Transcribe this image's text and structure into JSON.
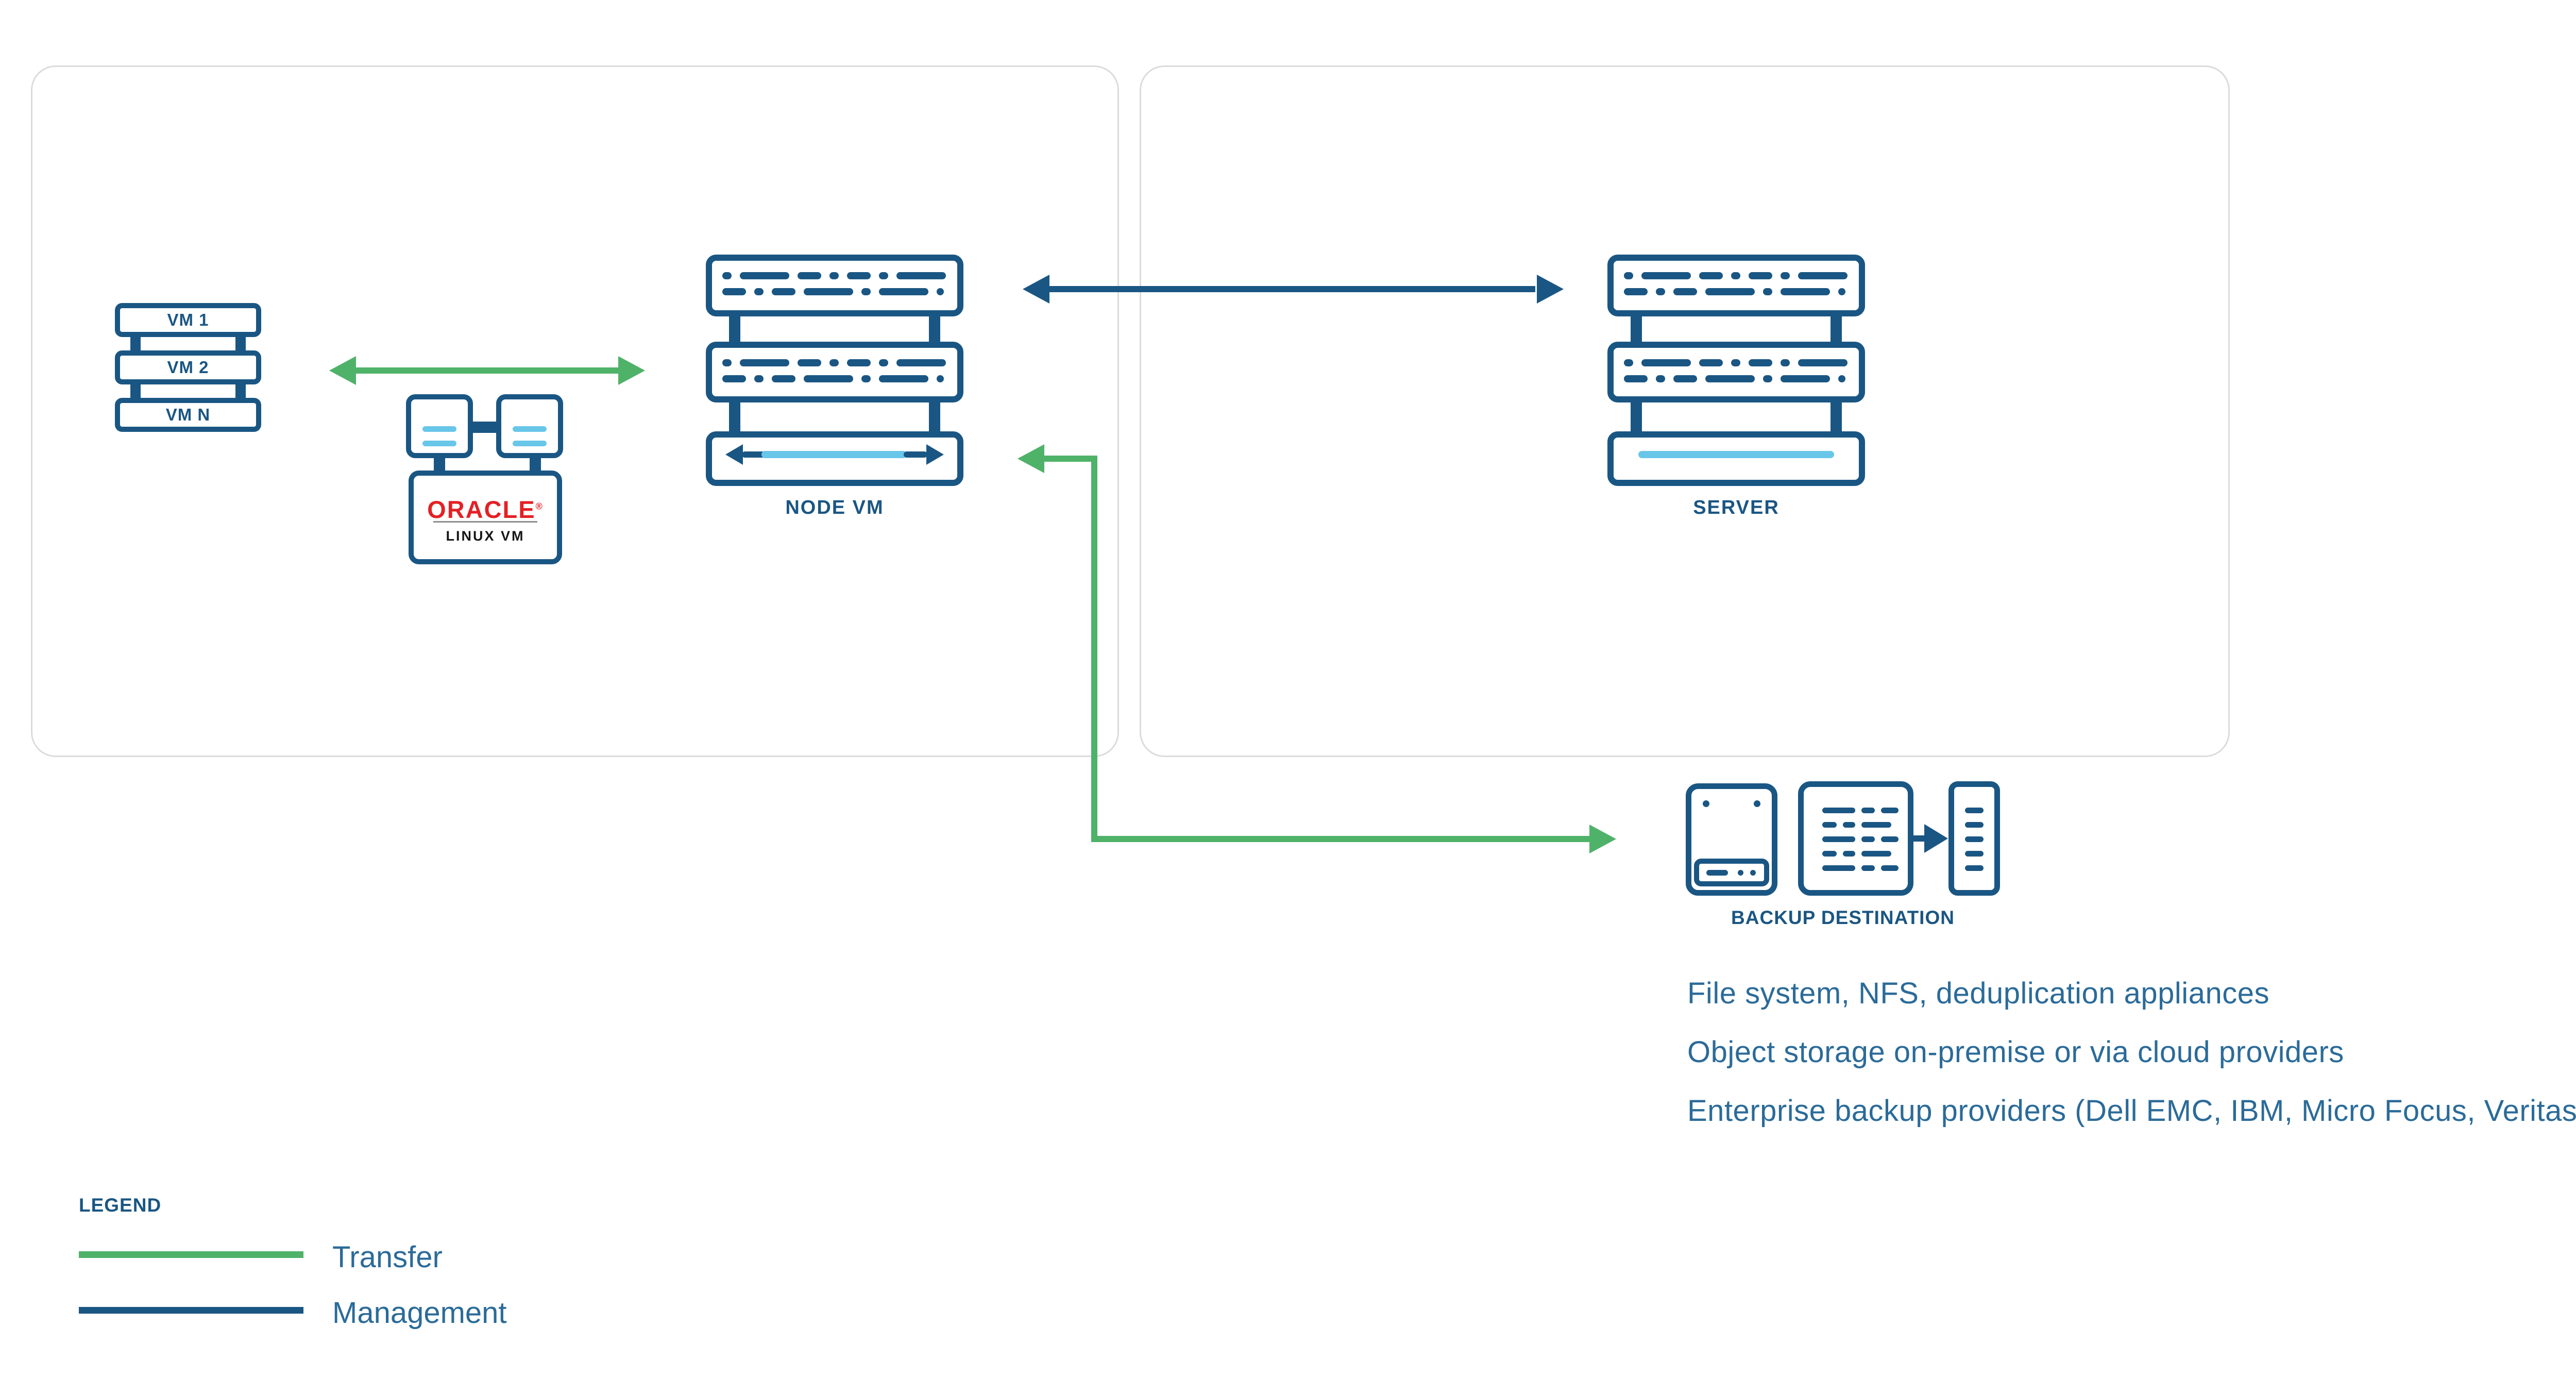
{
  "colors": {
    "ink": "#1A5683",
    "green": "#4FB269",
    "lblue": "#68C6E9",
    "panel": "#DBDBDB",
    "textblue": "#2B6B99",
    "red": "#E32125",
    "black": "#161616",
    "divider": "#8F8F8F"
  },
  "left_panel": {
    "vm_stack": {
      "items": [
        "VM 1",
        "VM 2",
        "VM N"
      ]
    },
    "oracle_vm": {
      "logo": "ORACLE",
      "reg_mark": "®",
      "label": "LINUX VM"
    },
    "node_vm": {
      "label": "NODE VM"
    }
  },
  "right_panel": {
    "server": {
      "label": "SERVER"
    }
  },
  "backup_destination": {
    "label": "BACKUP DESTINATION",
    "notes": [
      "File system, NFS, deduplication appliances",
      "Object storage on-premise or via cloud providers",
      "Enterprise backup providers (Dell EMC, IBM, Micro Focus, Veritas)"
    ]
  },
  "legend": {
    "title": "LEGEND",
    "items": [
      {
        "label": "Transfer",
        "color": "#4FB269"
      },
      {
        "label": "Management",
        "color": "#1A5683"
      }
    ]
  },
  "icons": [
    "vm-stack-icon",
    "oracle-linux-vm-icon",
    "node-vm-icon",
    "server-icon",
    "disk-icon",
    "file-list-icon",
    "tape-icon",
    "arrow-right-icon"
  ]
}
